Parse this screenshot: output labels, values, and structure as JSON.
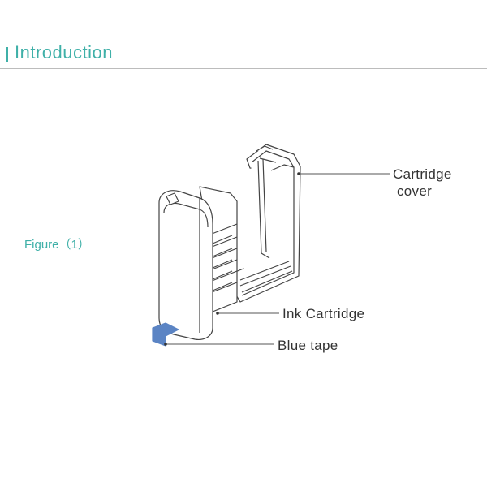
{
  "header": {
    "title": "Introduction",
    "accent_color": "#3fb0a8"
  },
  "figure": {
    "label": "Figure（1）"
  },
  "callouts": {
    "cartridge_cover_line1": "Cartridge",
    "cartridge_cover_line2": "cover",
    "ink_cartridge": "Ink Cartridge",
    "blue_tape": "Blue tape"
  },
  "colors": {
    "tape": "#5b84c4",
    "outline": "#444444",
    "leader": "#555555"
  }
}
